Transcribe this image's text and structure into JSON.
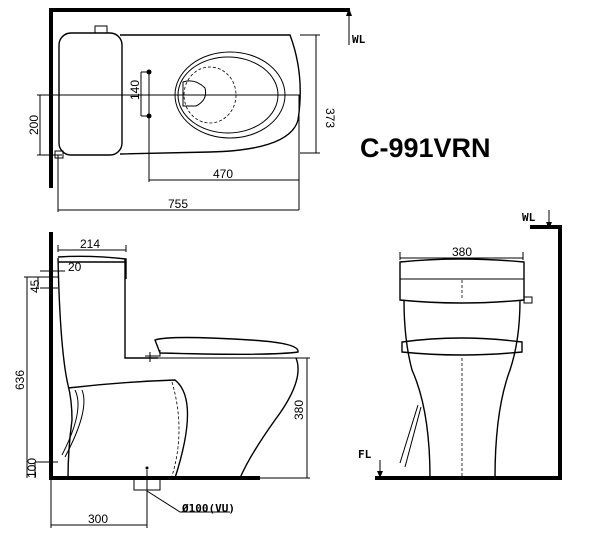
{
  "model": "C-991VRN",
  "labels": {
    "wall": "WL",
    "floor": "FL",
    "outlet": "Ø100(VU)"
  },
  "top_view": {
    "width_373": "373",
    "bolt_spacing": "140",
    "supply_offset": "200",
    "seat_to_center": "470",
    "total_length": "755"
  },
  "side_view": {
    "tank_depth": "214",
    "wall_gap": "20",
    "tank_lid": "45",
    "height": "636",
    "seat_height": "380",
    "supply_height": "100",
    "rough_in": "300"
  },
  "front_view": {
    "width": "380"
  }
}
